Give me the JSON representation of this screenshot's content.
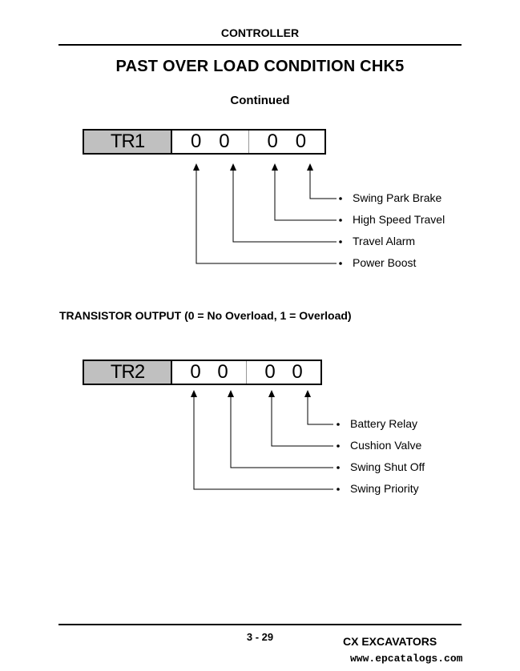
{
  "header": {
    "title": "CONTROLLER"
  },
  "page": {
    "title": "PAST OVER LOAD CONDITION CHK5",
    "subtitle": "Continued"
  },
  "tr1": {
    "label": "TR1",
    "bits": [
      "0",
      "0",
      "0",
      "0"
    ],
    "items": [
      "Swing Park Brake",
      "High Speed Travel",
      "Travel Alarm",
      "Power Boost"
    ]
  },
  "section": {
    "heading": "TRANSISTOR OUTPUT (0 = No Overload, 1 = Overload)"
  },
  "tr2": {
    "label": "TR2",
    "bits": [
      "0",
      "0",
      "0",
      "0"
    ],
    "items": [
      "Battery Relay",
      "Cushion Valve",
      "Swing Shut Off",
      "Swing Priority"
    ]
  },
  "footer": {
    "page_number": "3 - 29",
    "brand": "CX EXCAVATORS",
    "watermark": "www.epcatalogs.com"
  }
}
